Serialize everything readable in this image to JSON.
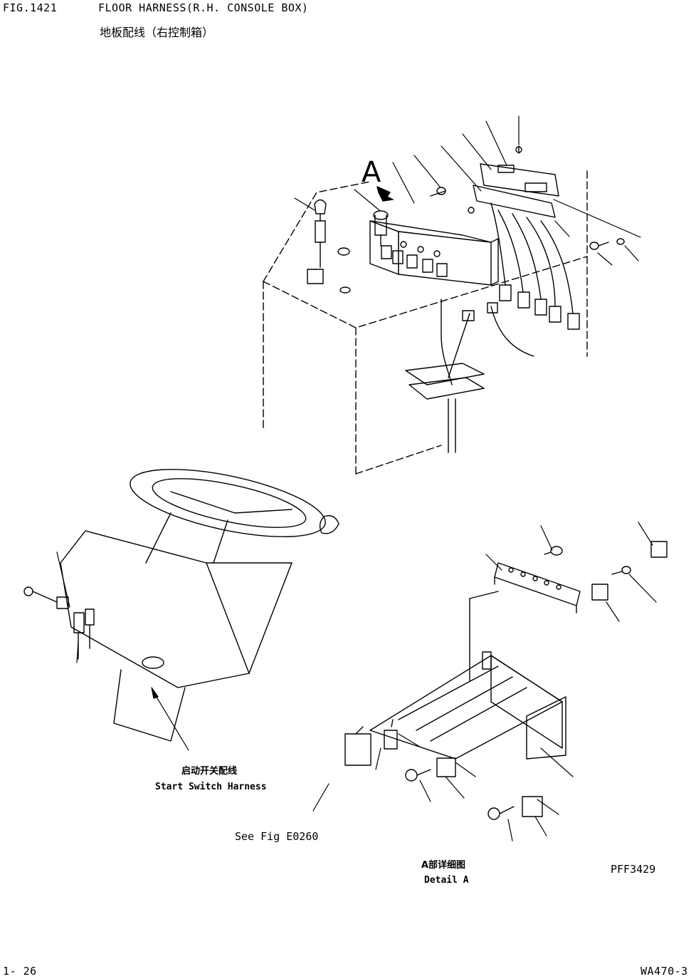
{
  "header": {
    "fig_number": "FIG.1421",
    "title": "FLOOR HARNESS(R.H. CONSOLE BOX)",
    "title_cn": "地板配线（右控制箱）"
  },
  "callouts": {
    "view_marker": "A",
    "start_switch_cn": "启动开关配线",
    "start_switch_en": "Start Switch Harness",
    "see_fig": "See Fig E0260",
    "detail_cn": "A部详细图",
    "detail_en": "Detail A",
    "drawing_code": "PFF3429"
  },
  "footer": {
    "page": "1-  26",
    "model": "WA470-3"
  }
}
